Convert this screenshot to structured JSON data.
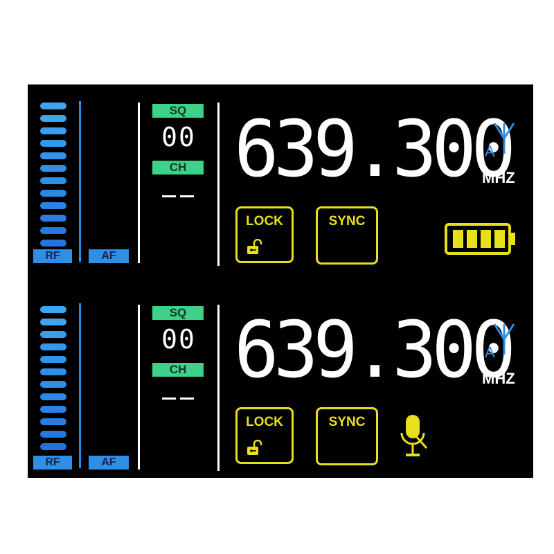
{
  "colors": {
    "background": "#000000",
    "meter_blue": "#2d8fe6",
    "meter_light": "#3fa4ee",
    "tag_green": "#3fd08a",
    "accent_yellow": "#e8e01a",
    "digit_white": "#ffffff"
  },
  "channels": [
    {
      "rf_label": "RF",
      "af_label": "AF",
      "rf_level_segments": 12,
      "af_level_segments": 0,
      "sq_label": "SQ",
      "sq_value": "00",
      "ch_label": "CH",
      "ch_value": "--",
      "frequency": "639.300",
      "unit": "MHZ",
      "antenna_label": "A",
      "antenna_icon": "antenna-icon",
      "lock_label": "LOCK",
      "lock_icon": "unlocked-padlock-icon",
      "sync_label": "SYNC",
      "status_icon": "battery-icon",
      "battery_bars": 4,
      "battery_bars_total": 4
    },
    {
      "rf_label": "RF",
      "af_label": "AF",
      "rf_level_segments": 12,
      "af_level_segments": 0,
      "sq_label": "SQ",
      "sq_value": "00",
      "ch_label": "CH",
      "ch_value": "--",
      "frequency": "639.300",
      "unit": "MHZ",
      "antenna_label": "A",
      "antenna_icon": "antenna-icon",
      "lock_label": "LOCK",
      "lock_icon": "unlocked-padlock-icon",
      "sync_label": "SYNC",
      "status_icon": "mic-muted-icon"
    }
  ]
}
